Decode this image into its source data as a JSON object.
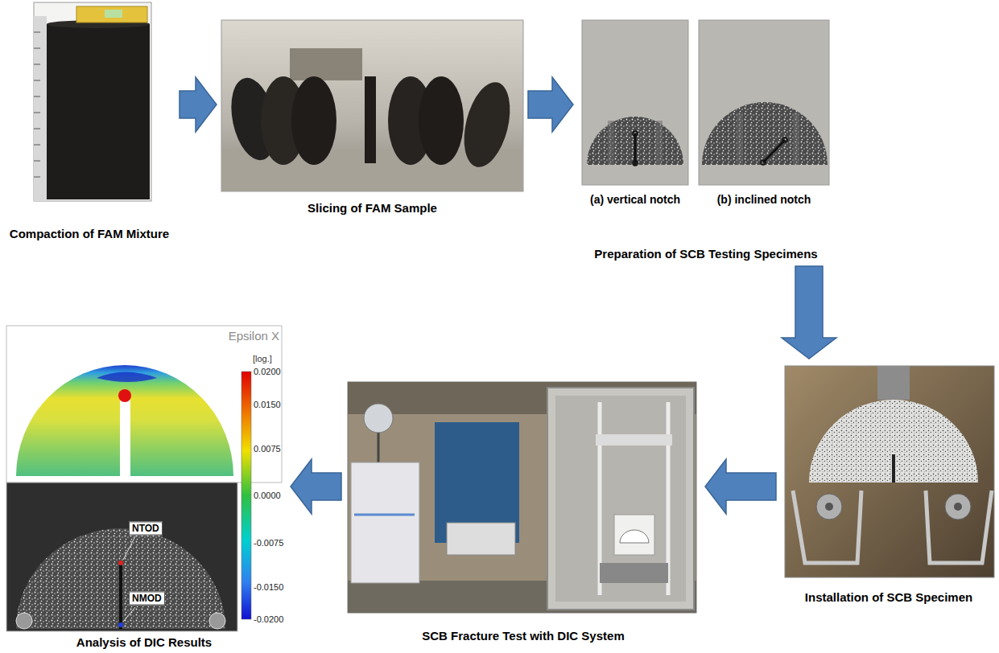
{
  "diagram": {
    "nodes": [
      {
        "text": [
          "Compaction of FAM Mixture"
        ]
      },
      {
        "text": [
          "Slicing of FAM Sample"
        ]
      },
      {
        "text": [
          "Preparation of SCB Testing Specimens"
        ]
      },
      {
        "text": [
          "(a) vertical notch"
        ],
        "in": 2
      },
      {
        "text": [
          "(b) inclined notch"
        ],
        "in": 2
      },
      {
        "text": [
          "Installation of SCB Specimen"
        ]
      },
      {
        "text": [
          "SCB Fracture Test with DIC System"
        ]
      },
      {
        "text": [
          "Analysis of DIC Results"
        ]
      }
    ],
    "edges": [
      {
        "from": 0,
        "to": 1,
        "arrow": "to"
      },
      {
        "from": 1,
        "to": 2,
        "arrow": "to"
      },
      {
        "from": 2,
        "to": 5,
        "arrow": "to"
      },
      {
        "from": 5,
        "to": 6,
        "arrow": "to"
      },
      {
        "from": 6,
        "to": 7,
        "arrow": "to"
      }
    ],
    "labels": [
      "Epsilon X",
      "[log.]",
      "0.0200",
      "0.0150",
      "0.0075",
      "0.0000",
      "-0.0075",
      "-0.0150",
      "-0.0200",
      "NTOD",
      "NMOD"
    ]
  }
}
